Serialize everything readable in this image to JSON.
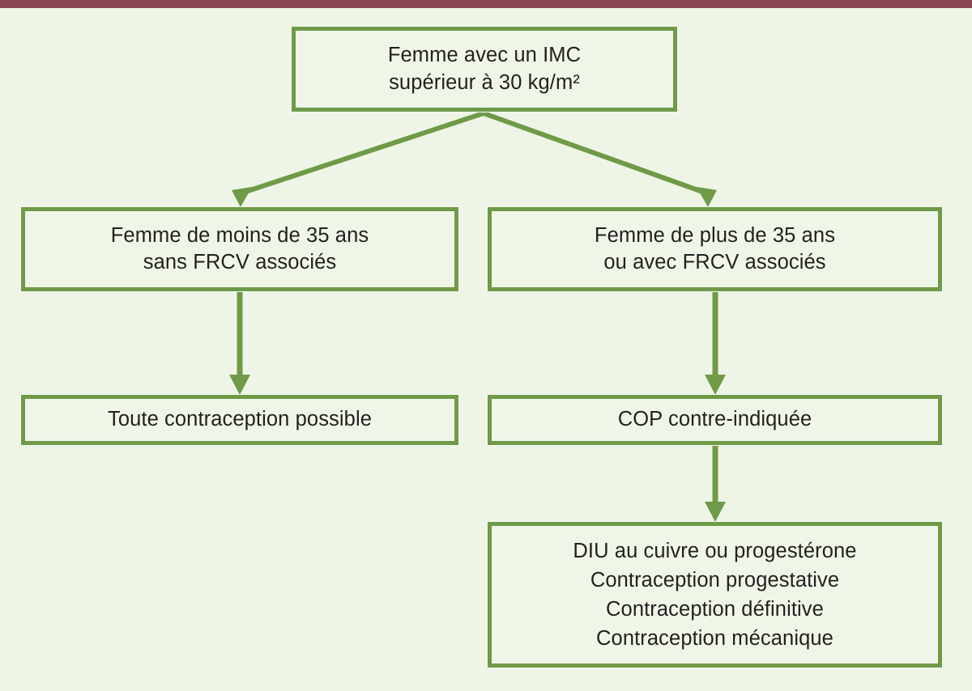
{
  "page": {
    "title": "Femme avec un IMC supérieur à 30 kg/m² — arbre décisionnel contraception",
    "language": "fr",
    "background_color": "#EEF5E6",
    "accent_bar_color": "#8B4653",
    "node_border_color": "#6F9A47",
    "node_fill_color": "#EFF6E8",
    "connector_color": "#6F9A47",
    "text_color": "#231F20"
  },
  "chart_data": {
    "type": "diagram",
    "diagram_kind": "decision-flowchart",
    "orientation": "top-down",
    "nodes": [
      {
        "id": "top",
        "role": "root",
        "lines": [
          "Femme avec un IMC",
          "supérieur à 30 kg/m²"
        ]
      },
      {
        "id": "young",
        "role": "branch",
        "lines": [
          "Femme de moins de 35 ans",
          "sans FRCV associés"
        ]
      },
      {
        "id": "older",
        "role": "branch",
        "lines": [
          "Femme de plus de 35 ans",
          "ou avec FRCV associés"
        ]
      },
      {
        "id": "allmeth",
        "role": "outcome",
        "lines": [
          "Toute contraception possible"
        ]
      },
      {
        "id": "cop",
        "role": "outcome",
        "lines": [
          "COP contre-indiquée"
        ]
      },
      {
        "id": "options",
        "role": "outcome-list",
        "lines": [
          "DIU au cuivre ou progestérone",
          "Contraception progestative",
          "Contraception définitive",
          "Contraception mécanique"
        ]
      }
    ],
    "edges": [
      {
        "from": "top",
        "to": "young",
        "style": "diagonal-arrow"
      },
      {
        "from": "top",
        "to": "older",
        "style": "diagonal-arrow"
      },
      {
        "from": "young",
        "to": "allmeth",
        "style": "vertical-arrow"
      },
      {
        "from": "older",
        "to": "cop",
        "style": "vertical-arrow"
      },
      {
        "from": "cop",
        "to": "options",
        "style": "vertical-arrow"
      }
    ]
  },
  "nodes": {
    "top": {
      "line1": "Femme avec un IMC",
      "line2": "supérieur à 30 kg/m²"
    },
    "young": {
      "line1": "Femme de moins de 35 ans",
      "line2": "sans FRCV associés"
    },
    "older": {
      "line1": "Femme de plus de 35 ans",
      "line2": "ou avec FRCV associés"
    },
    "allmeth": {
      "line1": "Toute contraception possible"
    },
    "cop": {
      "line1": "COP contre-indiquée"
    },
    "options": {
      "line1": "DIU au cuivre ou progestérone",
      "line2": "Contraception progestative",
      "line3": "Contraception définitive",
      "line4": "Contraception mécanique"
    }
  }
}
